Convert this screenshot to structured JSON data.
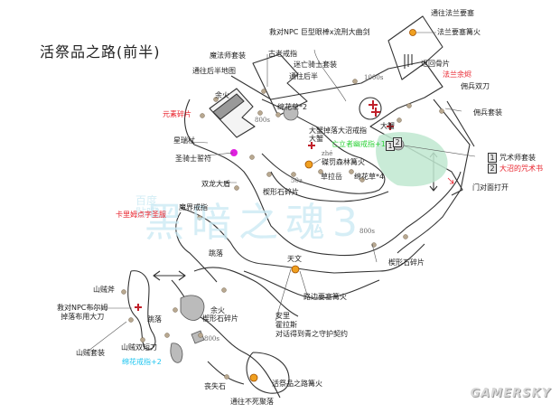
{
  "title": "活祭品之路(前半)",
  "watermark": {
    "main": "黑暗之魂3",
    "small": "百度贴吧"
  },
  "logo": "GAMERSKY",
  "colors": {
    "normal_text": "#222222",
    "red_text": "#e8202a",
    "green_text": "#2fd23a",
    "cyan_text": "#22c6f0",
    "bonfire": "#f0a020",
    "item_dot": "#b8a890",
    "magenta_dot": "#e020e0",
    "pond": "#bfe8d0",
    "obstacle": "#bbbbbb"
  },
  "labels": {
    "to_farron_keep": "通往法兰要塞",
    "farron_keep_bonfire": "法兰要塞篝火",
    "npc_rescue_greatsword": "救对NPC 巨型眼棒x流刑大曲剑",
    "farron_sword": "法兰余烬",
    "homeward_bone": "返回骨片",
    "ancient_ring": "古老戒指",
    "dead_knight_set": "迷亡骑士套装",
    "to_later_half_a": "通往后半",
    "sorcerer_set": "魔法师套装",
    "to_later_half_map": "通往后半地图",
    "ember_1": "余火",
    "element_shard": "元素碎片",
    "herald_staff": "星瑞杖",
    "holy_knight_sign": "圣骑士誓符",
    "cornsilk_x2": "绵花草*2",
    "crab_drop": "大蟹掉落大沼戒指",
    "crab_1": "大蟹",
    "crab_2": "大蟹",
    "green_ring": "亡立者幽戒指+1",
    "zhe_pinyin": "zhé",
    "crucifixion_bonfire": "磔罚森林篝火",
    "grass_1": "草拉岳",
    "cornsilk_x4": "绵花草*4",
    "dist_50": "50a",
    "dist_800_a": "800s",
    "dist_1000": "1000s",
    "dist_800_b": "800s",
    "dist_800_c": "800s",
    "twin_dragon_shield": "双龙大盾",
    "titanite_shard_1": "楔形石碎片",
    "twin_spear": "佣兵双刀",
    "mercenary_set": "佣兵套装",
    "sorcerer_set_box": "咒术师套装",
    "great_swamp_pyro": "大沼的咒术书",
    "door_open": "门对面打开",
    "karla_note": "卡里姆点字圣服",
    "caring_ring": "魔界戒指",
    "fall": "跳落",
    "titanite_shard_2": "楔形石碎片",
    "npc_fox_talk": "救对NPC布尔姆\n掉落布用大刀",
    "bandit_axe": "山贼斧",
    "bandit_set": "山贼套装",
    "bandit_knife": "山贼双短刀",
    "cyan_ring": "绵花戒指+2",
    "fall_2": "跳落",
    "ember_2": "余火",
    "titanite_shard_3": "楔形石碎片",
    "road_bonfire": "路边要塞篝火",
    "tianwen": "天文",
    "anri_talk": "安里\n霍拉斯\n对话得到青之守护契约",
    "sunlight_stone": "丧失石",
    "sacrifice_bonfire": "活祭品之路篝火",
    "to_undead_settlement": "通往不死聚落",
    "titanite_shard_4": "楔形石碎片",
    "box_1": "1",
    "box_2": "2"
  }
}
